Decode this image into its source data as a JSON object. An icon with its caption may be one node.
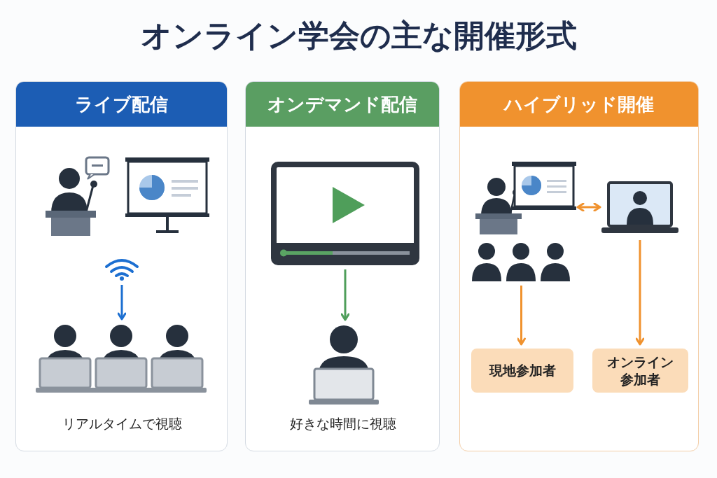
{
  "diagram": {
    "title": "オンライン学会の主な開催形式",
    "nodes": [
      {
        "text": [
          "ライブ配信"
        ]
      },
      {
        "text": [],
        "shape": "wifi",
        "in": 0
      },
      {
        "text": [],
        "shape": "person",
        "in": 0,
        "beside": [
          "リアルタイムで視聴"
        ]
      },
      {
        "text": [
          "オンデマンド配信"
        ]
      },
      {
        "text": [],
        "shape": "box",
        "in": 3
      },
      {
        "text": [],
        "shape": "person",
        "in": 3,
        "beside": [
          "好きな時間に視聴"
        ]
      },
      {
        "text": [
          "ハイブリッド開催"
        ]
      },
      {
        "text": [],
        "shape": "box",
        "in": 6
      },
      {
        "text": [],
        "shape": "person",
        "in": 6
      },
      {
        "text": [],
        "shape": "person",
        "in": 6
      },
      {
        "text": [
          "現地参加者"
        ],
        "in": 6
      },
      {
        "text": [
          "オンライン参加者"
        ],
        "in": 6
      }
    ],
    "edges": [
      {
        "from": 1,
        "to": 2,
        "arrow": "to",
        "color": "#1c6fd1"
      },
      {
        "from": 4,
        "to": 5,
        "arrow": "to",
        "color": "#4f9e5a"
      },
      {
        "from": 7,
        "to": 8,
        "arrow": "both"
      },
      {
        "from": 9,
        "to": 10,
        "arrow": "to"
      },
      {
        "from": 8,
        "to": 11,
        "arrow": "to"
      }
    ]
  }
}
